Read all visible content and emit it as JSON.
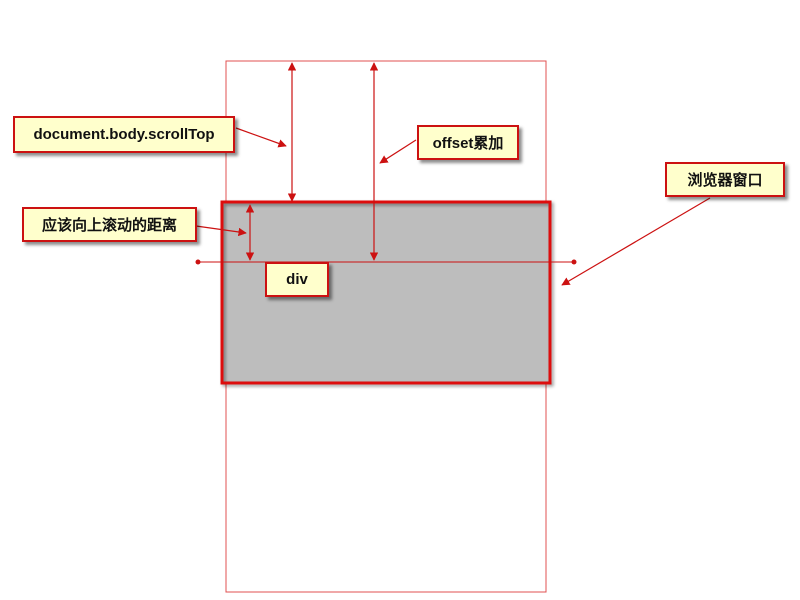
{
  "colors": {
    "line": "#cc1111",
    "document_border": "#e05050",
    "viewport_border": "#dd1111",
    "div_fill": "#bdbdbd",
    "callout_bg": "#ffffcc",
    "callout_border": "#cc1111"
  },
  "labels": {
    "scroll_top": "document.body.scrollTop",
    "offset_sum": "offset累加",
    "browser_window": "浏览器窗口",
    "scroll_up_distance": "应该向上滚动的距离",
    "div": "div"
  }
}
